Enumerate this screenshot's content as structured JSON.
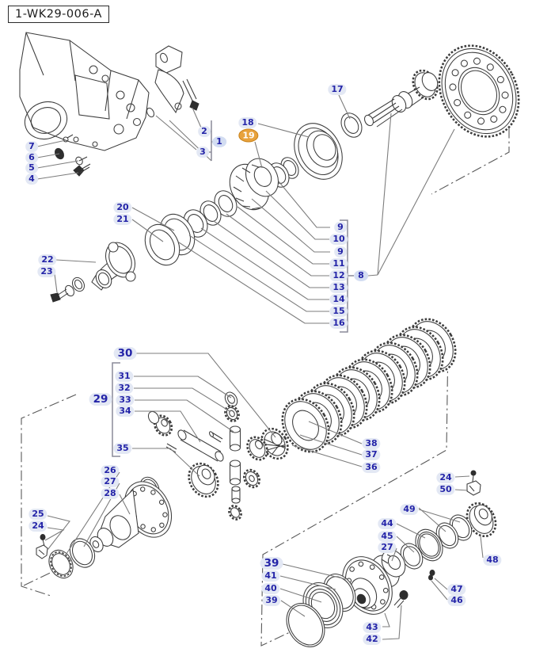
{
  "title": "1-WK29-006-A",
  "highlighted": "19",
  "colors": {
    "label_text": "#2424a8",
    "label_bg": "#e3e8f4",
    "highlight_bg": "#e8a23c",
    "highlight_text": "#ffffff",
    "leader_line": "#7d7d7d",
    "drawing_line": "#3c3c3c"
  },
  "labels": {
    "p1": "1",
    "p2": "2",
    "p3": "3",
    "p4": "4",
    "p5": "5",
    "p6": "6",
    "p7": "7",
    "p8": "8",
    "p9a": "9",
    "p10": "10",
    "p9b": "9",
    "p11": "11",
    "p12": "12",
    "p13": "13",
    "p14": "14",
    "p15": "15",
    "p16": "16",
    "p17": "17",
    "p18": "18",
    "p19": "19",
    "p20": "20",
    "p21": "21",
    "p22": "22",
    "p23": "23",
    "p24a": "24",
    "p24b": "24",
    "p25": "25",
    "p26": "26",
    "p27a": "27",
    "p27b": "27",
    "p28": "28",
    "p29": "29",
    "p30": "30",
    "p31": "31",
    "p32": "32",
    "p33": "33",
    "p34": "34",
    "p35": "35",
    "p36": "36",
    "p37": "37",
    "p38": "38",
    "p39a": "39",
    "p39b": "39",
    "p40": "40",
    "p41": "41",
    "p42": "42",
    "p43": "43",
    "p44": "44",
    "p45": "45",
    "p46": "46",
    "p47": "47",
    "p48": "48",
    "p49": "49",
    "p50": "50"
  }
}
